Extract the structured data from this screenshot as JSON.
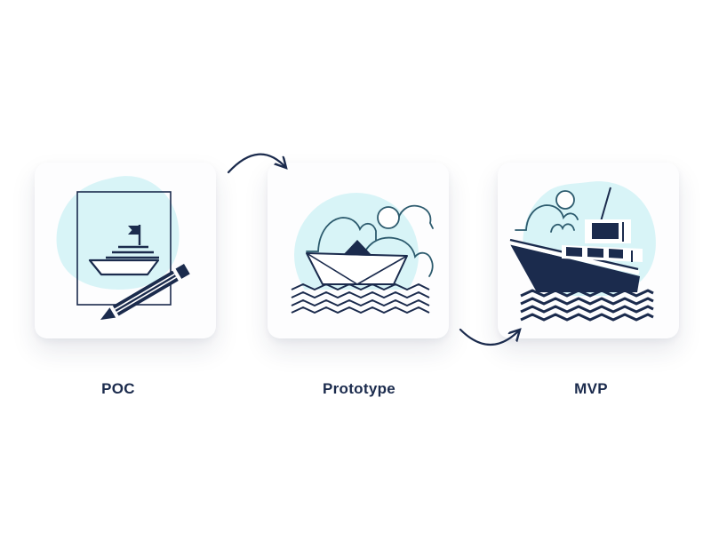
{
  "page": {
    "background": "#ffffff",
    "description": "Product development stages diagram"
  },
  "colors": {
    "navy": "#1b2b4d",
    "cyan_blob": "#d8f4f7",
    "teal_outline": "#2d5b6e",
    "card_background": "#fdfdfe",
    "white": "#ffffff"
  },
  "stages": [
    {
      "id": "poc",
      "label": "POC",
      "illustration": "boat-sketch-on-paper-with-pencil"
    },
    {
      "id": "prototype",
      "label": "Prototype",
      "illustration": "paper-boat-on-waves"
    },
    {
      "id": "mvp",
      "label": "MVP",
      "illustration": "fishing-boat-on-waves"
    }
  ],
  "arrows": [
    {
      "from": "POC",
      "to": "Prototype",
      "shape": "curve-over-top",
      "direction": "right"
    },
    {
      "from": "Prototype",
      "to": "MVP",
      "shape": "curve-under-bottom",
      "direction": "right"
    }
  ]
}
